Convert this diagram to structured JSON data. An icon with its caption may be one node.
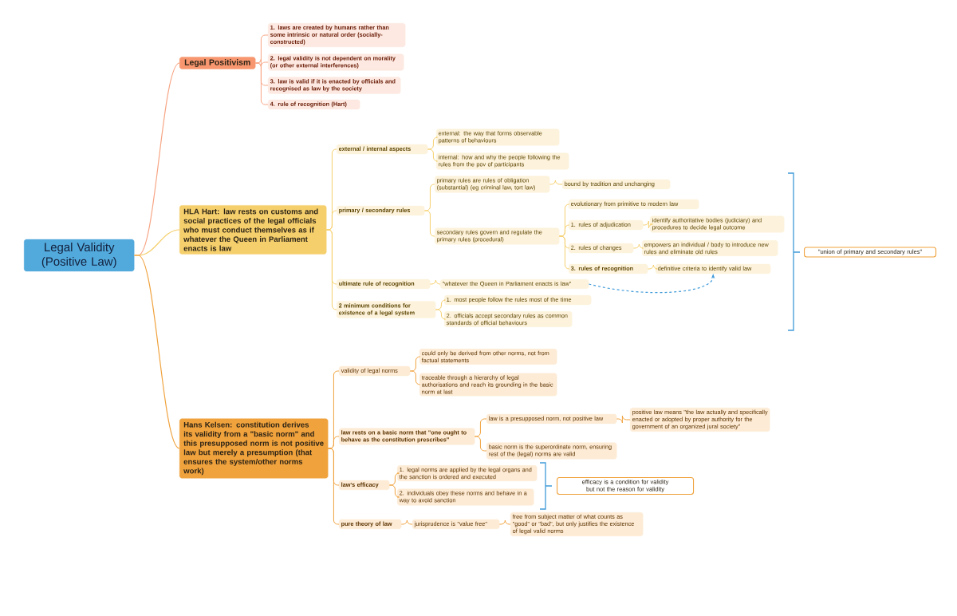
{
  "diagram": {
    "nodes": [
      {
        "text": [
          "Legal Validity (Positive Law)"
        ]
      },
      {
        "text": [
          "Legal Positivism"
        ]
      },
      {
        "text": [
          "1. laws are created by humans rather than some intrinsic or natural order (socially-constructed)"
        ]
      },
      {
        "text": [
          "2. legal validity is not dependent on morality (or other external interferences)"
        ]
      },
      {
        "text": [
          "3. law is valid if it is enacted by officials and recognised as law by the society"
        ]
      },
      {
        "text": [
          "4. rule of recognition (Hart)"
        ]
      },
      {
        "text": [
          "HLA Hart: law rests on customs and social practices of the legal officials who must conduct themselves as if whatever the Queen in Parliament enacts is law"
        ]
      },
      {
        "text": [
          "external / internal aspects"
        ]
      },
      {
        "text": [
          "external: the way that forms observable patterns of behaviours"
        ]
      },
      {
        "text": [
          "internal: how and why the people following the rules from the pov of participants"
        ]
      },
      {
        "text": [
          "primary / secondary rules"
        ]
      },
      {
        "text": [
          "primary rules are rules of obligation (substantial) (eg criminal law, tort law)"
        ]
      },
      {
        "text": [
          "bound by tradition and unchanging"
        ]
      },
      {
        "text": [
          "secondary rules govern and regulate the primary rules (procedural)"
        ]
      },
      {
        "text": [
          "evolutionary from primitive to modern law"
        ]
      },
      {
        "text": [
          "1. rules of adjudication"
        ]
      },
      {
        "text": [
          "identify authoritative bodies (judiciary) and procedures to decide legal outcome"
        ]
      },
      {
        "text": [
          "2. rules of changes"
        ]
      },
      {
        "text": [
          "empowers an individual / body to introduce new rules and eliminate old rules"
        ]
      },
      {
        "text": [
          "3. rules of recognition"
        ]
      },
      {
        "text": [
          "definitive criteria to identify valid law"
        ]
      },
      {
        "text": [
          "ultimate rule of recognition"
        ]
      },
      {
        "text": [
          "\"whatever the Queen in Parliament enacts is law\""
        ]
      },
      {
        "text": [
          "2 minimum conditions for existence of a legal system"
        ]
      },
      {
        "text": [
          "1. most people follow the rules most of the time"
        ]
      },
      {
        "text": [
          "2. officials accept secondary rules as common standards of official behaviours"
        ]
      },
      {
        "text": [
          "\"union of primary and secondary rules\""
        ]
      },
      {
        "text": [
          "Hans Kelsen: constitution derives its validity from a \"basic norm\" and this presupposed norm is not positive law but merely a presumption (that ensures the system/other norms work)"
        ]
      },
      {
        "text": [
          "validity of legal norms"
        ]
      },
      {
        "text": [
          "could only be derived from other norms, not from factual statements"
        ]
      },
      {
        "text": [
          "traceable through a hierarchy of legal authorisations and reach its grounding in the basic norm at last"
        ]
      },
      {
        "text": [
          "law rests on a basic norm that \"one ought to behave as the constitution prescribes\""
        ]
      },
      {
        "text": [
          "law is a presupposed norm, not positive law"
        ]
      },
      {
        "text": [
          "positive law means \"the law actually and specifically enacted or adopted by proper authority for the government of an organized jural society\""
        ]
      },
      {
        "text": [
          "basic norm is the superordinate norm, ensuring rest of the (legal) norms are valid"
        ]
      },
      {
        "text": [
          "law's efficacy"
        ]
      },
      {
        "text": [
          "1. legal norms are applied by the legal organs and the sanction is ordered and executed"
        ]
      },
      {
        "text": [
          "2. individuals obey these norms and behave in a way to avoid sanction"
        ]
      },
      {
        "text": [
          "efficacy is a condition for validity but not the reason for validity"
        ]
      },
      {
        "text": [
          "pure theory of law"
        ]
      },
      {
        "text": [
          "jurisprudence is \"value free\""
        ]
      },
      {
        "text": [
          "free from subject matter of what counts as \"good\" or \"bad\", but only justifies the existence of legal valid norms"
        ]
      }
    ],
    "edges": [
      {
        "from": 0,
        "to": 1,
        "arrow": "none"
      },
      {
        "from": 1,
        "to": 2,
        "arrow": "none"
      },
      {
        "from": 1,
        "to": 3,
        "arrow": "none"
      },
      {
        "from": 1,
        "to": 4,
        "arrow": "none"
      },
      {
        "from": 1,
        "to": 5,
        "arrow": "none"
      },
      {
        "from": 0,
        "to": 6,
        "arrow": "none"
      },
      {
        "from": 6,
        "to": 7,
        "arrow": "none"
      },
      {
        "from": 7,
        "to": 8,
        "arrow": "none"
      },
      {
        "from": 7,
        "to": 9,
        "arrow": "none"
      },
      {
        "from": 6,
        "to": 10,
        "arrow": "none"
      },
      {
        "from": 10,
        "to": 11,
        "arrow": "none"
      },
      {
        "from": 11,
        "to": 12,
        "arrow": "none"
      },
      {
        "from": 10,
        "to": 13,
        "arrow": "none"
      },
      {
        "from": 13,
        "to": 14,
        "arrow": "none"
      },
      {
        "from": 13,
        "to": 15,
        "arrow": "none"
      },
      {
        "from": 15,
        "to": 16,
        "arrow": "none"
      },
      {
        "from": 13,
        "to": 17,
        "arrow": "none"
      },
      {
        "from": 17,
        "to": 18,
        "arrow": "none"
      },
      {
        "from": 13,
        "to": 19,
        "arrow": "none"
      },
      {
        "from": 19,
        "to": 20,
        "arrow": "none"
      },
      {
        "from": 6,
        "to": 21,
        "arrow": "none"
      },
      {
        "from": 21,
        "to": 22,
        "arrow": "none"
      },
      {
        "from": 6,
        "to": 23,
        "arrow": "none"
      },
      {
        "from": 23,
        "to": 24,
        "arrow": "none"
      },
      {
        "from": 23,
        "to": 25,
        "arrow": "none"
      },
      {
        "from": 22,
        "to": 20,
        "arrow": "to",
        "style": "dashed",
        "color": "#3f9ad9"
      },
      {
        "from": 0,
        "to": 27,
        "arrow": "none"
      },
      {
        "from": 27,
        "to": 28,
        "arrow": "none"
      },
      {
        "from": 28,
        "to": 29,
        "arrow": "none"
      },
      {
        "from": 28,
        "to": 30,
        "arrow": "none"
      },
      {
        "from": 27,
        "to": 31,
        "arrow": "none"
      },
      {
        "from": 31,
        "to": 32,
        "arrow": "none"
      },
      {
        "from": 32,
        "to": 33,
        "arrow": "none"
      },
      {
        "from": 31,
        "to": 34,
        "arrow": "none"
      },
      {
        "from": 27,
        "to": 35,
        "arrow": "none"
      },
      {
        "from": 35,
        "to": 36,
        "arrow": "none"
      },
      {
        "from": 35,
        "to": 37,
        "arrow": "none"
      },
      {
        "from": 27,
        "to": 39,
        "arrow": "none"
      },
      {
        "from": 39,
        "to": 40,
        "arrow": "none"
      },
      {
        "from": 40,
        "to": 41,
        "arrow": "none"
      }
    ]
  }
}
